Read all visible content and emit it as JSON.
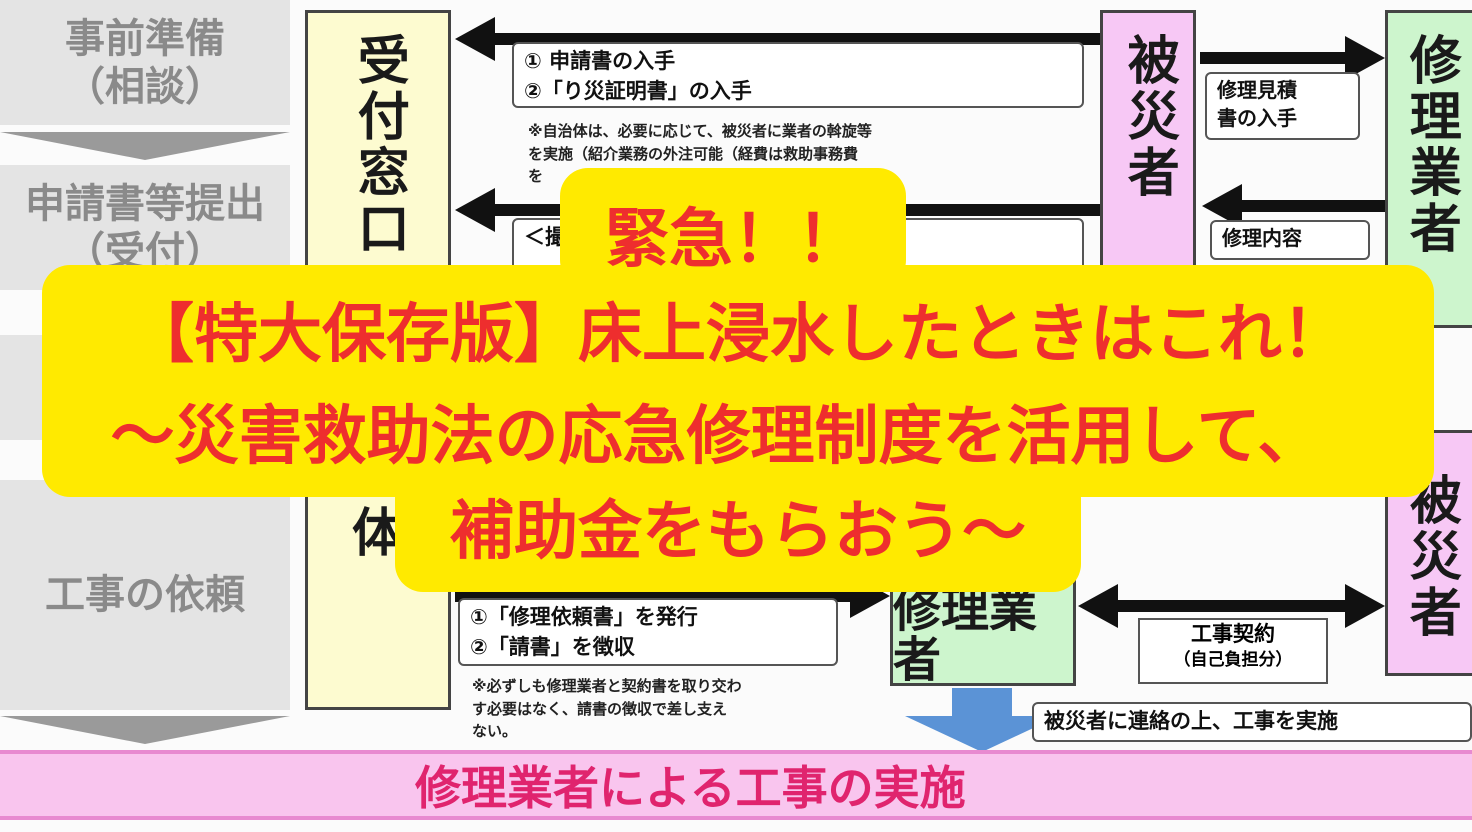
{
  "flow": {
    "steps": [
      "事前準備",
      "（相談）",
      "申請書等提出",
      "（受付）",
      "工事の依頼"
    ],
    "reception": "受付窓口",
    "municipality_fragment": "体",
    "victim": "被災者",
    "contractor": "修理業者",
    "note1": {
      "line1": "① 申請書の入手",
      "line2": "②「り災証明書」の入手"
    },
    "remark1": [
      "※自治体は、必要に応じて、被災者に業者の斡旋等",
      "を実施（紹介業務の外注可能（経費は救助事務費",
      "を"
    ],
    "note2_fragment": "＜撮",
    "estimate": [
      "修理見積",
      "書の入手"
    ],
    "repair_detail": "修理内容",
    "note3": {
      "line1": "①「修理依頼書」を発行",
      "line2": "②「請書」を徴収"
    },
    "remark3": [
      "※必ずしも修理業者と契約書を取り交わ",
      "す必要はなく、請書の徴収で差し支え",
      "ない。"
    ],
    "contract": [
      "工事契約",
      "（自己負担分）"
    ],
    "contact": "被災者に連絡の上、工事を実施",
    "banner": "修理業者による工事の実施"
  },
  "overlay": {
    "line1": "緊急！！",
    "line2": "【特大保存版】床上浸水したときはこれ！",
    "line3": "～災害救助法の応急修理制度を活用して、",
    "line4": "補助金をもらおう～"
  },
  "colors": {
    "overlay_bg": "#ffea00",
    "overlay_text": "#ee2e2e",
    "victim_bg": "#f7c8f5",
    "contractor_bg": "#cdf5cd",
    "reception_bg": "#fdfbd0",
    "banner_bg": "#f9c5ee",
    "banner_text": "#e0246e"
  }
}
